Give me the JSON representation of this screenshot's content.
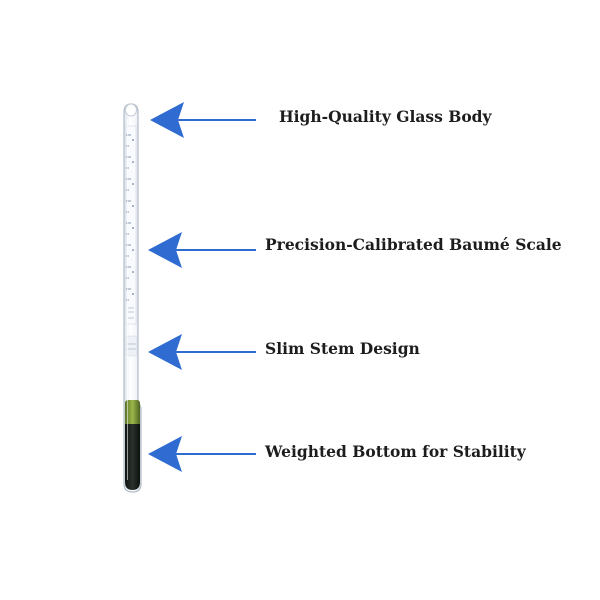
{
  "callouts": [
    {
      "label": "High-Quality Glass Body"
    },
    {
      "label": "Precision-Calibrated Baumé Scale"
    },
    {
      "label": "Slim Stem Design"
    },
    {
      "label": "Weighted Bottom for Stability"
    }
  ],
  "colors": {
    "arrow": "#2f6bd0",
    "text": "#1d1d1d",
    "glass_outline": "#b9c2cc",
    "scale_paper": "#f7f9fc",
    "scale_marks": "#5a6f95",
    "ballast_green": "#7f9a3a",
    "ballast_dark": "#1a1f1c"
  },
  "icons": {
    "arrow": "left-arrow-icon",
    "hydrometer": "hydrometer-image"
  }
}
